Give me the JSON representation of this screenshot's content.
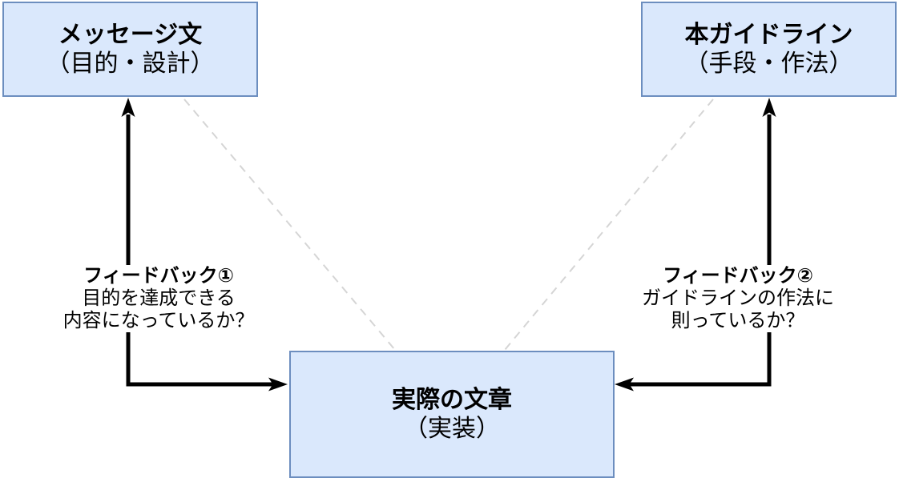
{
  "diagram": {
    "colors": {
      "box_fill": "#dae8fc",
      "box_border": "#6c8ebf",
      "arrow": "#000000",
      "dashed_link": "#d5d5d5",
      "background": "#ffffff",
      "text": "#000000"
    },
    "nodes": {
      "message": {
        "title": "メッセージ文",
        "subtitle": "（目的・設計）"
      },
      "guideline": {
        "title": "本ガイドライン",
        "subtitle": "（手段・作法）"
      },
      "actual": {
        "title": "実際の文章",
        "subtitle": "（実装）"
      }
    },
    "labels": {
      "feedback1": {
        "title": "フィードバック①",
        "line1": "目的を達成できる",
        "line2": "内容になっているか？"
      },
      "feedback2": {
        "title": "フィードバック②",
        "line1": "ガイドラインの作法に",
        "line2": "則っているか？"
      }
    }
  }
}
